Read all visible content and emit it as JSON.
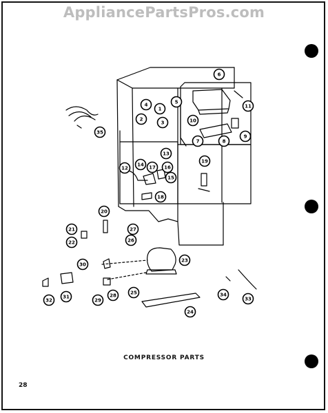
{
  "watermark": "AppliancePartsPros.com",
  "caption": "COMPRESSOR PARTS",
  "page_number": "28",
  "callouts": [
    "1",
    "2",
    "3",
    "4",
    "5",
    "6",
    "7",
    "8",
    "9",
    "10",
    "11",
    "12",
    "13",
    "14",
    "15",
    "16",
    "17",
    "18",
    "19",
    "20",
    "21",
    "22",
    "23",
    "24",
    "25",
    "26",
    "27",
    "28",
    "29",
    "30",
    "31",
    "32",
    "33",
    "34",
    "35"
  ]
}
